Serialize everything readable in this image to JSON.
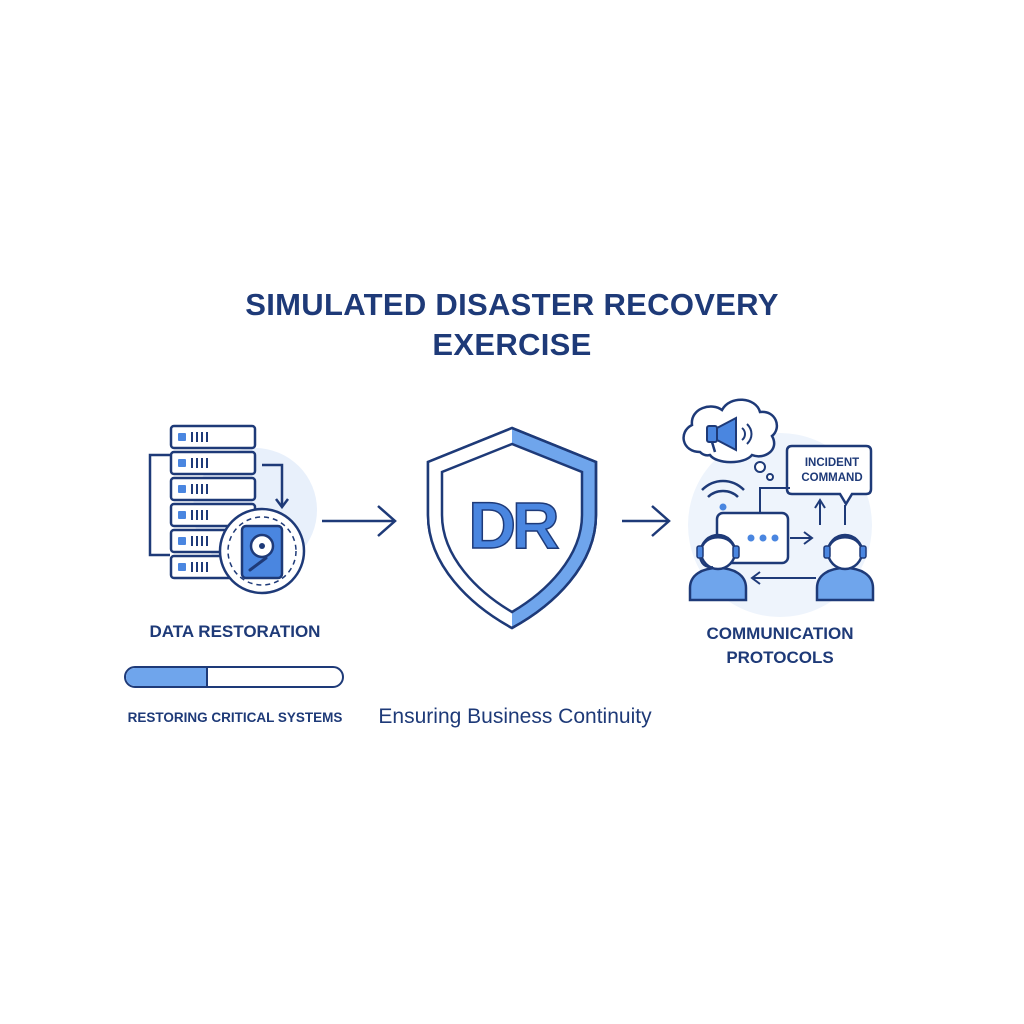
{
  "title": {
    "line1": "SIMULATED DISASTER RECOVERY",
    "line2": "EXERCISE"
  },
  "data_restoration": {
    "label": "DATA RESTORATION",
    "status": "RESTORING CRITICAL SYSTEMS",
    "progress_fraction": 0.38
  },
  "shield": {
    "logo_text": "DR"
  },
  "communication": {
    "label_line1": "COMMUNICATION",
    "label_line2": "PROTOCOLS",
    "bubble_line1": "INCIDENT",
    "bubble_line2": "COMMAND"
  },
  "tagline": "Ensuring Business Continuity",
  "colors": {
    "navy": "#1e3a78",
    "accent_blue": "#4a86e0",
    "light_blue": "#6fa5ec",
    "pale_blue": "#e8f0fb"
  },
  "icons": [
    "server-rack-icon",
    "hard-drive-icon",
    "shield-icon",
    "megaphone-icon",
    "wifi-icon",
    "headset-agent-icon",
    "person-icon",
    "arrow-right-icon"
  ]
}
